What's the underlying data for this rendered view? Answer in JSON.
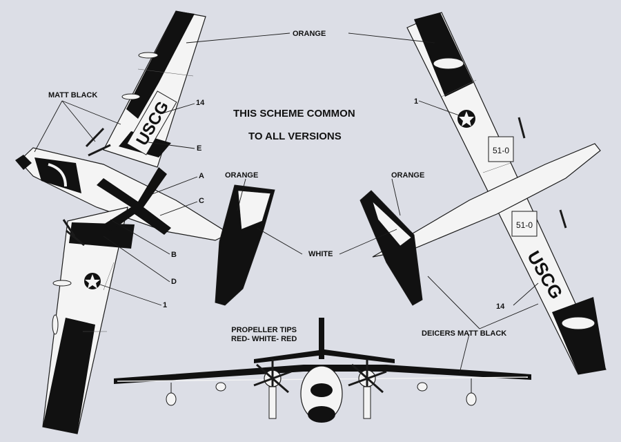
{
  "heading": {
    "line1": "THIS SCHEME COMMON",
    "line2": "TO ALL VERSIONS"
  },
  "labels": {
    "orange_top": "ORANGE",
    "orange_tail_left": "ORANGE",
    "orange_tail_right": "ORANGE",
    "matt_black": "MATT BLACK",
    "white": "WHITE",
    "propeller_tips_1": "PROPELLER TIPS",
    "propeller_tips_2": "RED- WHITE- RED",
    "deicers": "DEICERS MATT BLACK",
    "callout_14_left": "14",
    "callout_14_right": "14",
    "callout_1_left": "1",
    "callout_1_right": "1",
    "callout_a": "A",
    "callout_b": "B",
    "callout_c": "C",
    "callout_d": "D",
    "callout_e": "E"
  },
  "markings": {
    "uscg_top": "USCG",
    "uscg_bottom": "USCG",
    "serial_1": "51-0",
    "serial_2": "51-0"
  },
  "colors": {
    "background": "#dcdee6",
    "black": "#111111",
    "white_area": "#f4f4f4",
    "line": "#1a1a1a"
  }
}
